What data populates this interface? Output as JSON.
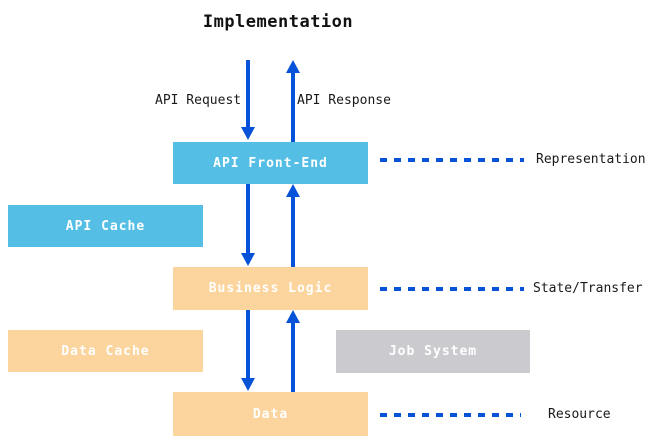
{
  "title": "Implementation",
  "colors": {
    "arrow-blue": "#0652d9",
    "box-blue": "#54bee4",
    "box-orange": "#fcd49d",
    "box-gray": "#cbcacf"
  },
  "flow_labels": {
    "request": "API Request",
    "response": "API Response"
  },
  "boxes": {
    "api_front_end": "API Front-End",
    "api_cache": "API Cache",
    "business_logic": "Business Logic",
    "data_cache": "Data Cache",
    "job_system": "Job System",
    "data": "Data"
  },
  "layer_labels": {
    "representation": "Representation",
    "state_transfer": "State/Transfer",
    "resource": "Resource"
  }
}
